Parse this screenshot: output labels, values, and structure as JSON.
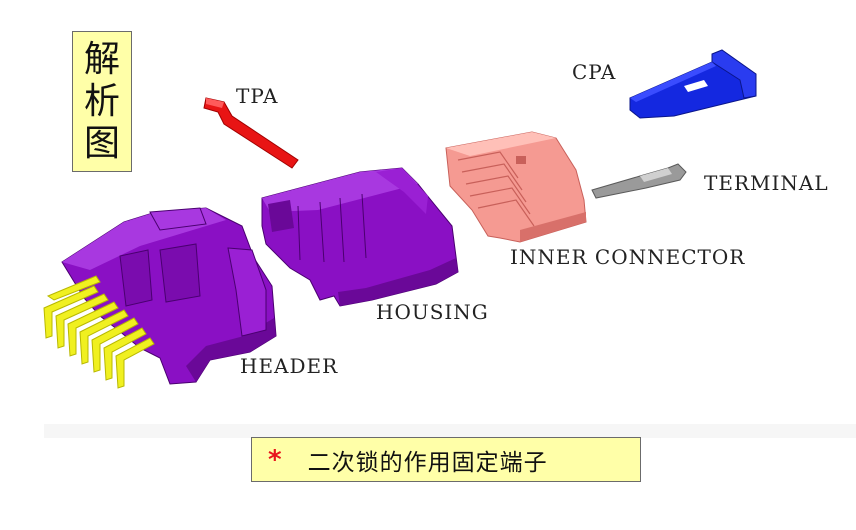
{
  "title": {
    "chars": [
      "解",
      "析",
      "图"
    ]
  },
  "labels": {
    "tpa": "TPA",
    "cpa": "CPA",
    "terminal": "TERMINAL",
    "inner_connector": "INNER CONNECTOR",
    "housing": "HOUSING",
    "header": "HEADER"
  },
  "note": {
    "marker": "*",
    "text": "二次锁的作用固定端子"
  },
  "colors": {
    "housing_purple": "#8a10c4",
    "tpa_red": "#e81414",
    "cpa_blue": "#1428e0",
    "inner_connector_pink": "#f59a92",
    "terminal_gray": "#9a9a9a",
    "pins_yellow": "#f0f020",
    "note_background": "#ffffa8"
  }
}
